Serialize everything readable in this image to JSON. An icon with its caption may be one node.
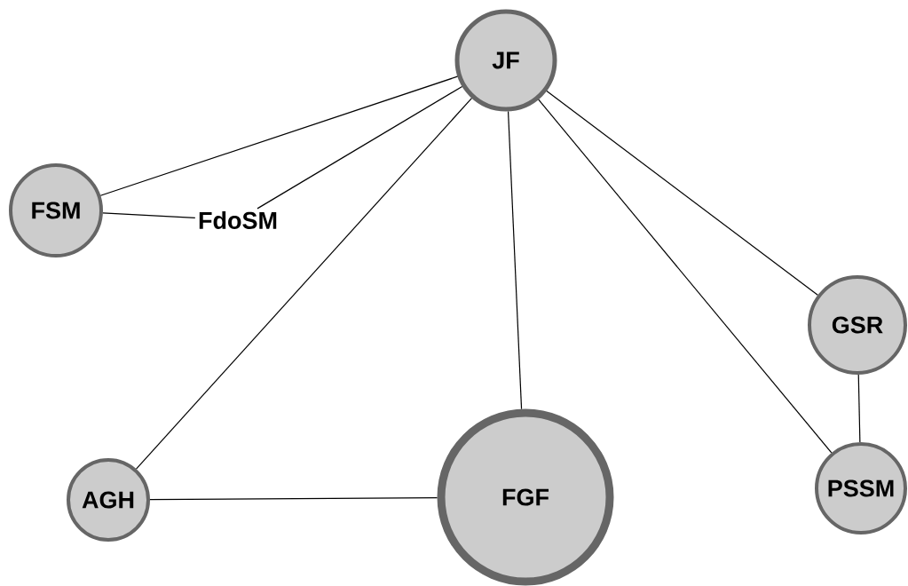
{
  "diagram": {
    "nodes": [
      {
        "text": [
          "JF"
        ]
      },
      {
        "text": [
          "FSM"
        ]
      },
      {
        "text": [
          "FdoSM"
        ]
      },
      {
        "text": [
          "GSR"
        ]
      },
      {
        "text": [
          "AGH"
        ]
      },
      {
        "text": [
          "FGF"
        ]
      },
      {
        "text": [
          "PSSM"
        ]
      }
    ],
    "edges": [
      {
        "from": 0,
        "to": 1,
        "arrow": "none"
      },
      {
        "from": 0,
        "to": 2,
        "arrow": "none"
      },
      {
        "from": 1,
        "to": 2,
        "arrow": "none"
      },
      {
        "from": 0,
        "to": 4,
        "arrow": "none"
      },
      {
        "from": 0,
        "to": 5,
        "arrow": "none"
      },
      {
        "from": 0,
        "to": 3,
        "arrow": "none"
      },
      {
        "from": 0,
        "to": 6,
        "arrow": "none"
      },
      {
        "from": 3,
        "to": 6,
        "arrow": "none"
      },
      {
        "from": 4,
        "to": 5,
        "arrow": "none"
      }
    ]
  }
}
